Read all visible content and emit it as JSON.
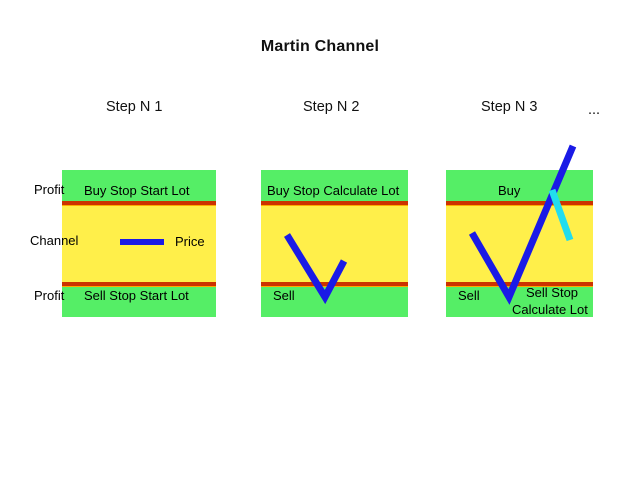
{
  "title": "Martin Channel",
  "colors": {
    "band_green": "#55ee66",
    "band_yellow": "#ffef4a",
    "stop_line_red": "#cc3300",
    "price_blue": "#1a1ae6",
    "price_cyan": "#22ddee",
    "background": "#ffffff",
    "text": "#000000"
  },
  "steps": [
    {
      "label": "Step N 1"
    },
    {
      "label": "Step N 2"
    },
    {
      "label": "Step N 3"
    }
  ],
  "ellipsis": "...",
  "panel1": {
    "top_band_text": "Buy Stop Start Lot",
    "bottom_band_text": "Sell Stop Start Lot",
    "left_label_top": "Profit",
    "left_label_middle": "Channel",
    "left_label_bottom": "Profit",
    "legend_price_label": "Price"
  },
  "panel2": {
    "top_band_text": "Buy Stop Calculate Lot",
    "bottom_left_text": "Sell"
  },
  "panel3": {
    "top_band_text": "Buy",
    "bottom_left_text": "Sell",
    "bottom_right_text_line1": "Sell Stop",
    "bottom_right_text_line2": "Calculate Lot"
  }
}
